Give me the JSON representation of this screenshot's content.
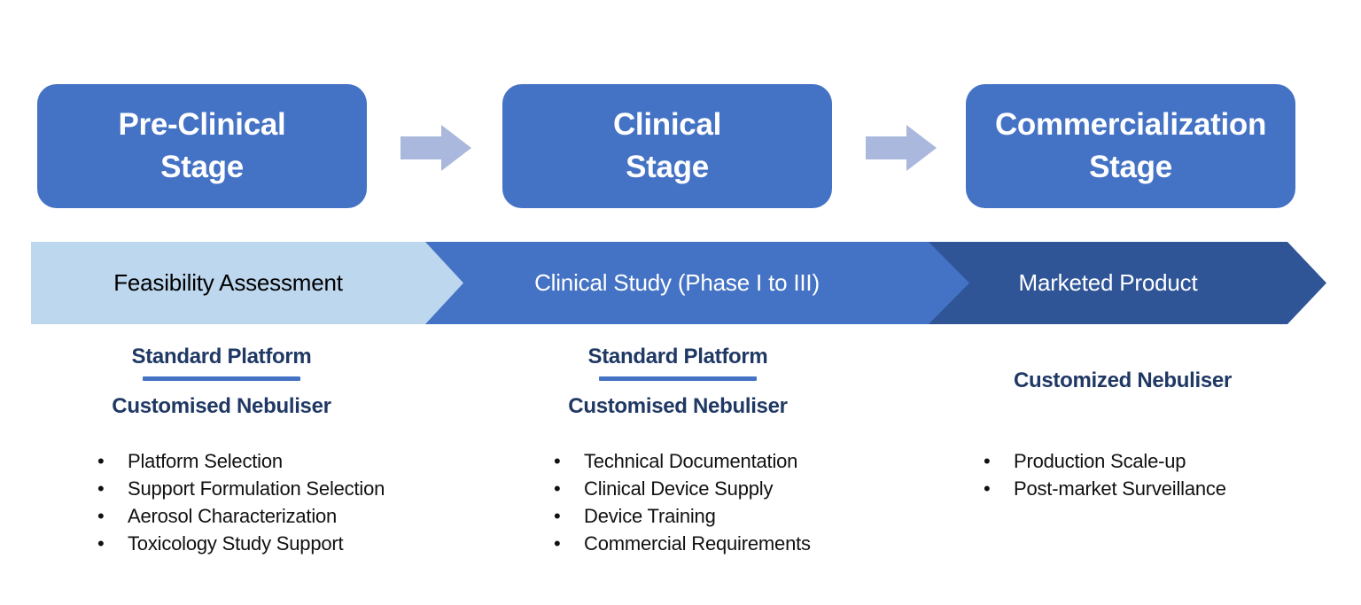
{
  "colors": {
    "stage_box": "#4472C4",
    "connector_arrow": "#A9B8DC",
    "band_segment_1": "#BDD7EE",
    "band_segment_2": "#4472C4",
    "band_segment_3": "#2F5597",
    "heading_text": "#1F3864",
    "heading_underline": "#4472C4",
    "band_text_dark": "#000000",
    "band_text_light": "#FFFFFF"
  },
  "bullet_glyph": "•",
  "stages": [
    {
      "line1": "Pre-Clinical",
      "line2": "Stage"
    },
    {
      "line1": "Clinical",
      "line2": "Stage"
    },
    {
      "line1": "Commercialization",
      "line2": "Stage"
    }
  ],
  "band": {
    "segments": [
      {
        "label": "Feasibility Assessment"
      },
      {
        "label": "Clinical Study (Phase I to III)"
      },
      {
        "label": "Marketed Product"
      }
    ]
  },
  "columns": [
    {
      "heading_primary": "Standard Platform",
      "heading_secondary": "Customised Nebuliser",
      "bullets": [
        "Platform Selection",
        "Support Formulation Selection",
        "Aerosol Characterization",
        "Toxicology Study Support"
      ]
    },
    {
      "heading_primary": "Standard Platform",
      "heading_secondary": "Customised Nebuliser",
      "bullets": [
        "Technical Documentation",
        "Clinical Device Supply",
        "Device Training",
        "Commercial Requirements"
      ]
    },
    {
      "heading_primary": "Customized Nebuliser",
      "bullets": [
        "Production Scale-up",
        "Post-market Surveillance"
      ]
    }
  ]
}
